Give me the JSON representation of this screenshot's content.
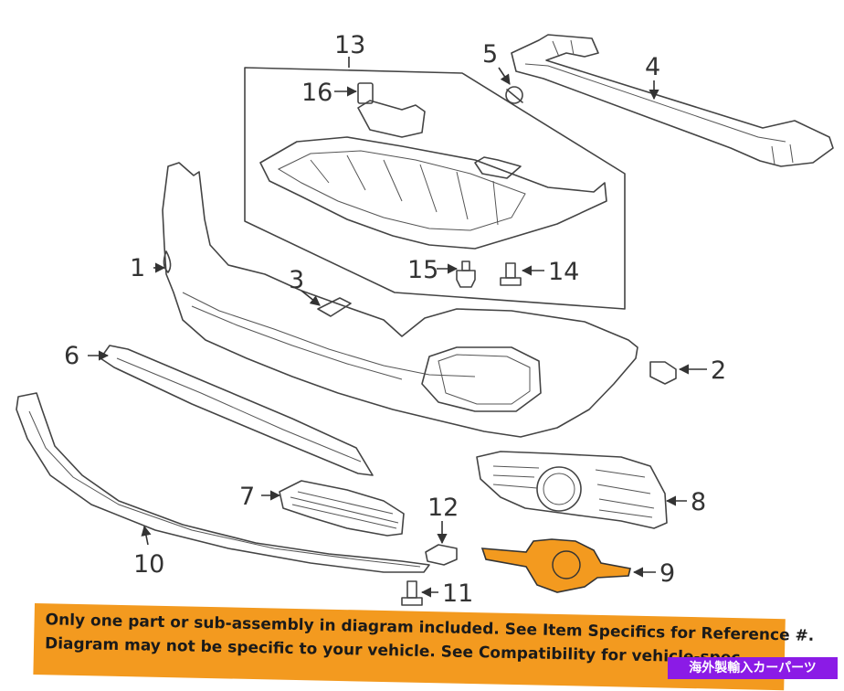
{
  "diagram": {
    "callouts": {
      "c1": "1",
      "c2": "2",
      "c3": "3",
      "c4": "4",
      "c5": "5",
      "c6": "6",
      "c7": "7",
      "c8": "8",
      "c9": "9",
      "c10": "10",
      "c11": "11",
      "c12": "12",
      "c13": "13",
      "c14": "14",
      "c15": "15",
      "c16": "16"
    },
    "highlight_color": "#f39a1f",
    "line_color": "#444444"
  },
  "banner": {
    "line1": "Only one part or sub-assembly in diagram included. See Item Specifics for Reference #.",
    "line2": "Diagram may not be specific to your vehicle. See Compatibility for vehicle-spec",
    "background_color": "#f39a1f"
  },
  "tag": {
    "text": "海外製輸入カーパーツ",
    "background_color": "#8b1be6"
  }
}
